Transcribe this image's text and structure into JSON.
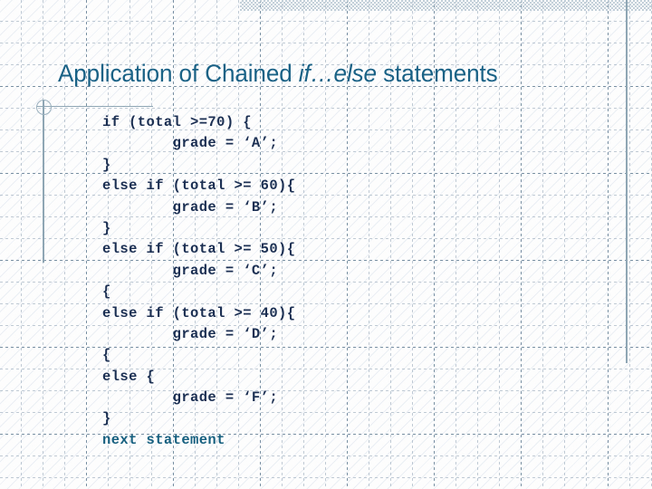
{
  "slide": {
    "title": {
      "prefix": "Application of Chained ",
      "italic": "if…else",
      "suffix": " statements",
      "color": "#1a6186"
    },
    "decor": {
      "band_color": "#c3d0da",
      "rule_color": "#8fa7b5",
      "grid_minor_color": "#96a8b9",
      "grid_major_color": "#768ca0",
      "background_color": "#fdfdfe"
    },
    "code": {
      "color": "#1b2f52",
      "accent_color": "#17607f",
      "lines": [
        {
          "text": "if (total >=70) {",
          "accent": false
        },
        {
          "text": "        grade = ‘A’;",
          "accent": false
        },
        {
          "text": "}",
          "accent": false
        },
        {
          "text": "else if (total >= 60){",
          "accent": false
        },
        {
          "text": "        grade = ‘B’;",
          "accent": false
        },
        {
          "text": "}",
          "accent": false
        },
        {
          "text": "else if (total >= 50){",
          "accent": false
        },
        {
          "text": "        grade = ‘C’;",
          "accent": false
        },
        {
          "text": "{",
          "accent": false
        },
        {
          "text": "else if (total >= 40){",
          "accent": false
        },
        {
          "text": "        grade = ‘D’;",
          "accent": false
        },
        {
          "text": "{",
          "accent": false
        },
        {
          "text": "else {",
          "accent": false
        },
        {
          "text": "        grade = ‘F’;",
          "accent": false
        },
        {
          "text": "}",
          "accent": false
        },
        {
          "text": "next statement",
          "accent": true
        }
      ]
    }
  }
}
